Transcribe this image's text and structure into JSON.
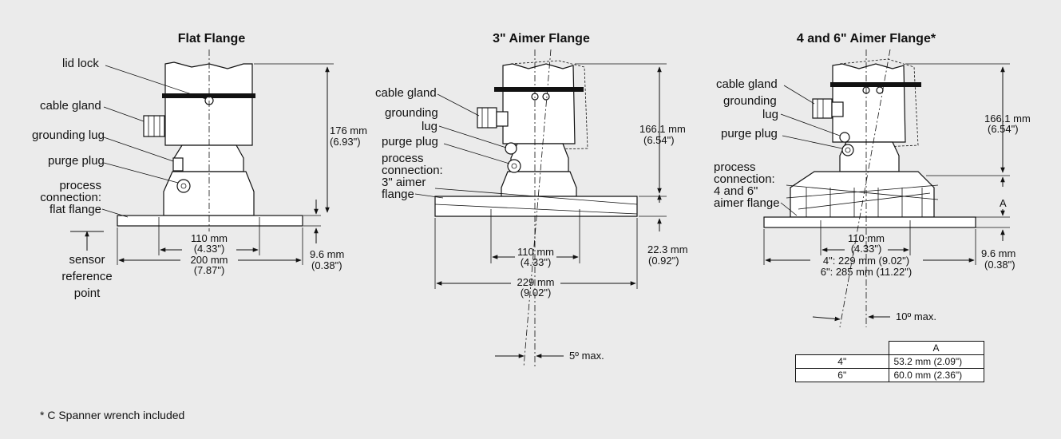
{
  "diagrams": [
    {
      "title": "Flat Flange",
      "labels": {
        "lid_lock": "lid lock",
        "cable_gland": "cable gland",
        "grounding_lug": "grounding lug",
        "purge_plug": "purge plug",
        "process_connection": [
          "process",
          "connection:",
          "flat flange"
        ],
        "sensor_reference": [
          "sensor",
          "reference",
          "point"
        ]
      },
      "dims": {
        "height": [
          "176 mm",
          "(6.93\")"
        ],
        "inner": [
          "110 mm",
          "(4.33\")"
        ],
        "outer": [
          "200 mm",
          "(7.87\")"
        ],
        "thickness": [
          "9.6 mm",
          "(0.38\")"
        ]
      }
    },
    {
      "title": "3\" Aimer Flange",
      "labels": {
        "cable_gland": "cable gland",
        "grounding_lug": [
          "grounding",
          "lug"
        ],
        "purge_plug": "purge plug",
        "process_connection": [
          "process",
          "connection:",
          "3\" aimer",
          "flange"
        ]
      },
      "dims": {
        "height": [
          "166.1 mm",
          "(6.54\")"
        ],
        "thickness": [
          "22.3 mm",
          "(0.92\")"
        ],
        "inner": [
          "110 mm",
          "(4.33\")"
        ],
        "outer": [
          "229 mm",
          "(9.02\")"
        ],
        "angle": "5º max."
      }
    },
    {
      "title": "4 and 6\" Aimer Flange*",
      "labels": {
        "cable_gland": "cable gland",
        "grounding_lug": [
          "grounding",
          "lug"
        ],
        "purge_plug": "purge plug",
        "process_connection": [
          "process",
          "connection:",
          "4 and 6\"",
          "aimer flange"
        ]
      },
      "dims": {
        "height": [
          "166.1 mm",
          "(6.54\")"
        ],
        "a_label": "A",
        "inner": [
          "110 mm",
          "(4.33\")"
        ],
        "outer": [
          "4\": 229 mm (9.02\")",
          "6\": 285 mm (11.22\")"
        ],
        "thickness": [
          "9.6 mm",
          "(0.38\")"
        ],
        "angle": "10º max."
      },
      "table": {
        "header": "A",
        "rows": [
          {
            "size": "4\"",
            "value": "53.2 mm (2.09\")"
          },
          {
            "size": "6\"",
            "value": "60.0 mm (2.36\")"
          }
        ]
      }
    }
  ],
  "footnote": "* C Spanner wrench included"
}
